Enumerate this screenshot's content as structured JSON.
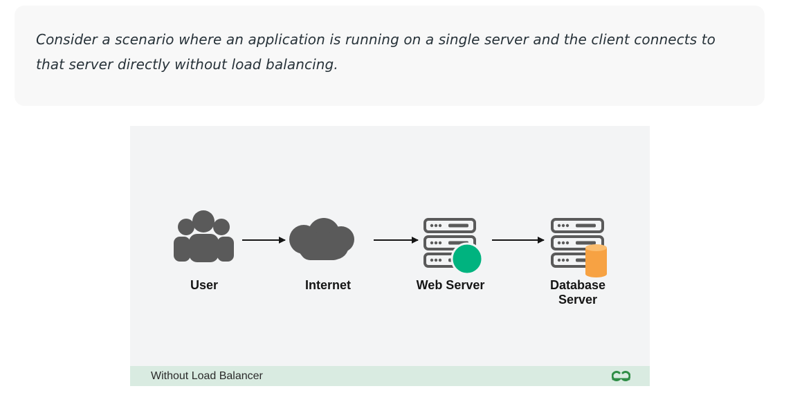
{
  "callout": {
    "text": "Consider a scenario where an application is running on a single server and the client connects to that server directly without load balancing."
  },
  "figure": {
    "nodes": [
      {
        "id": "user",
        "label": "User"
      },
      {
        "id": "internet",
        "label": "Internet"
      },
      {
        "id": "web-server",
        "label": "Web Server"
      },
      {
        "id": "database-server",
        "label": "Database Server"
      }
    ],
    "edges": [
      {
        "from": "user",
        "to": "internet"
      },
      {
        "from": "internet",
        "to": "web-server"
      },
      {
        "from": "web-server",
        "to": "database-server"
      }
    ],
    "caption": "Without Load Balancer",
    "colors": {
      "icon": "#5a5a5a",
      "web_server_badge": "#00b37f",
      "database_badge": "#f7a243",
      "caption_bar": "#d9ebe1",
      "brand": "#2f8d46"
    }
  }
}
